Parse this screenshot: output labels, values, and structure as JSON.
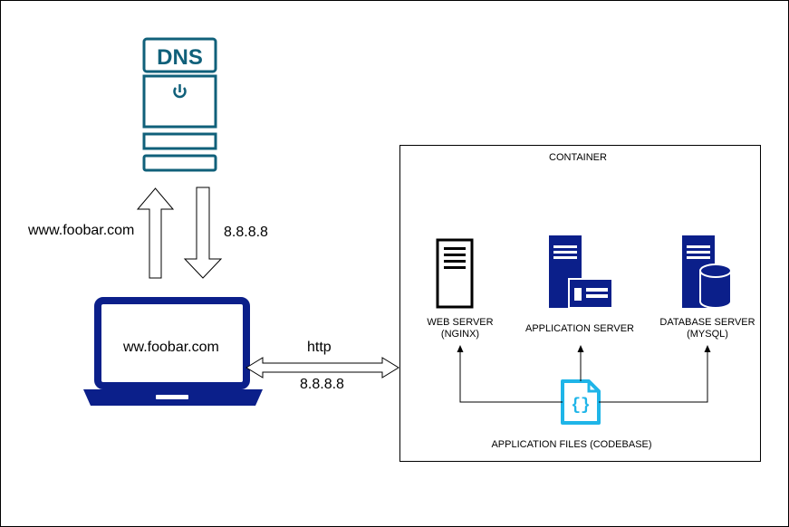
{
  "dns": {
    "label": "DNS"
  },
  "dns_query": {
    "label": "www.foobar.com"
  },
  "dns_response": {
    "label": "8.8.8.8"
  },
  "laptop": {
    "screen_text": "ww.foobar.com"
  },
  "connection": {
    "protocol": "http",
    "ip": "8.8.8.8"
  },
  "container": {
    "title": "CONTAINER",
    "web_server": {
      "line1": "WEB SERVER",
      "line2": "(NGINX)"
    },
    "app_server": {
      "line1": "APPLICATION SERVER"
    },
    "db_server": {
      "line1": "DATABASE SERVER",
      "line2": "(MYSQL)"
    },
    "app_files": {
      "label": "APPLICATION FILES (CODEBASE)",
      "icon_text": "{}"
    }
  },
  "colors": {
    "dns_teal": "#10607a",
    "navy": "#0b1f8a",
    "cyan": "#1fb5e8",
    "black": "#000000"
  }
}
